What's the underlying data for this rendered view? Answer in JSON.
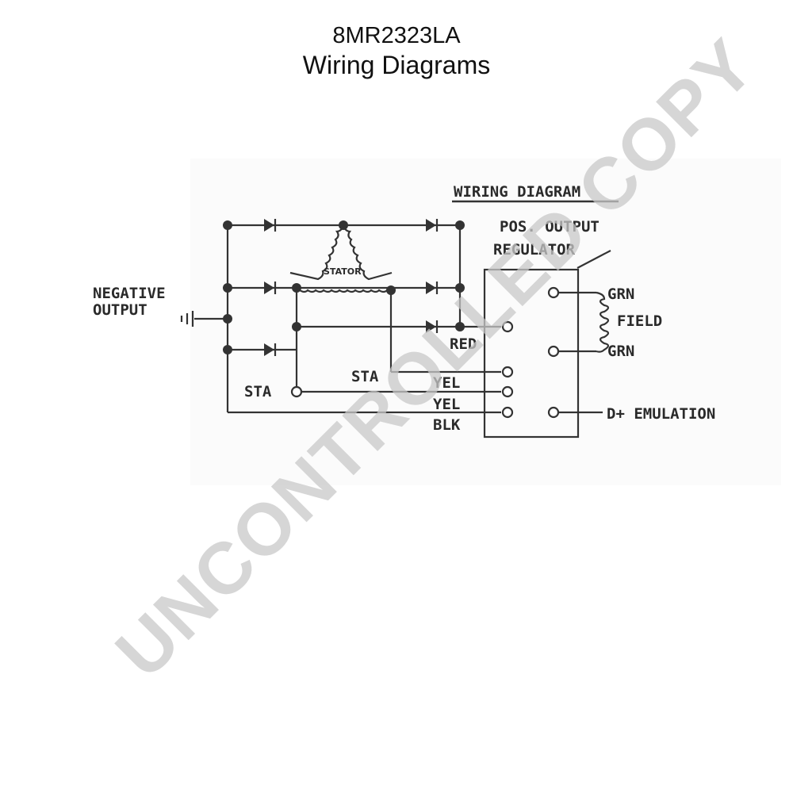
{
  "header": {
    "model": "8MR2323LA",
    "title": "Wiring Diagrams"
  },
  "diagram": {
    "heading": "WIRING DIAGRAM",
    "labels": {
      "negative_line1": "NEGATIVE",
      "negative_line2": "OUTPUT",
      "pos_output": "POS. OUTPUT",
      "regulator": "REGULATOR",
      "stator": "STATOR",
      "sta_left": "STA",
      "sta_mid": "STA",
      "red": "RED",
      "yel_1": "YEL",
      "yel_2": "YEL",
      "blk": "BLK",
      "grn_top": "GRN",
      "field": "FIELD",
      "grn_bottom": "GRN",
      "d_plus": "D+ EMULATION"
    }
  },
  "watermark": {
    "text": "UNCONTROLLED COPY",
    "color": "#c8c8c8"
  }
}
